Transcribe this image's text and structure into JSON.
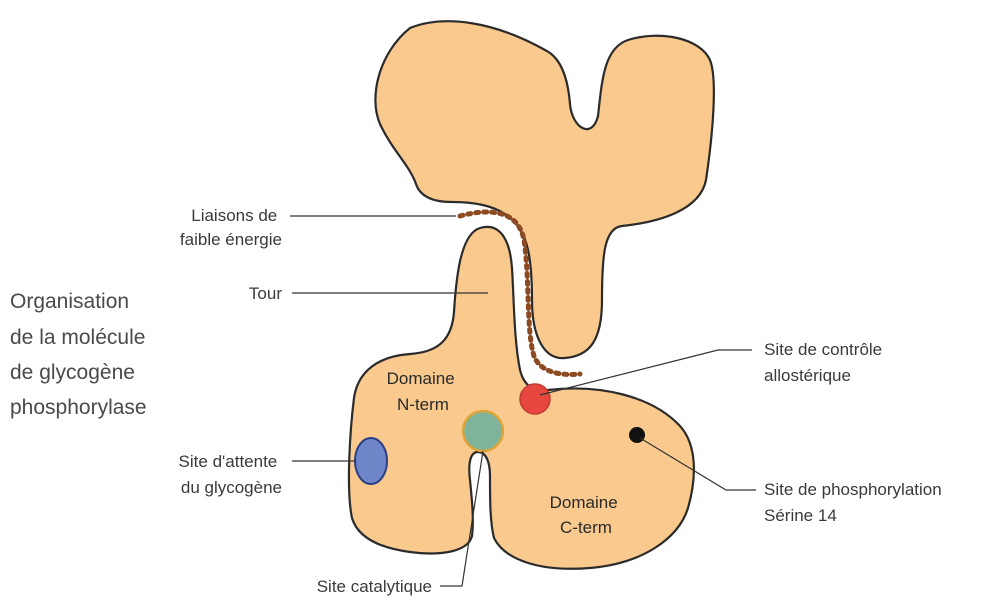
{
  "title": [
    "Organisation",
    "de la molécule",
    "de glycogène",
    "phosphorylase"
  ],
  "labels": {
    "liaisons": [
      "Liaisons de",
      "faible énergie"
    ],
    "tour": "Tour",
    "domaine_n": [
      "Domaine",
      "N-term"
    ],
    "domaine_c": [
      "Domaine",
      "C-term"
    ],
    "site_controle": [
      "Site de contrôle",
      "allostérique"
    ],
    "site_attente": [
      "Site d'attente",
      "du glycogène"
    ],
    "site_phospho": [
      "Site de phosphorylation",
      "Sérine 14"
    ],
    "site_catalytique": "Site catalytique"
  },
  "colors": {
    "body_fill": "#f9c98d",
    "outline": "#2b2b2b",
    "dotted_link": "#8b4a22",
    "site_controle": "#e8473f",
    "site_attente": "#6f86c9",
    "site_catalytique": "#7fb39a",
    "site_phospho": "#111111"
  }
}
